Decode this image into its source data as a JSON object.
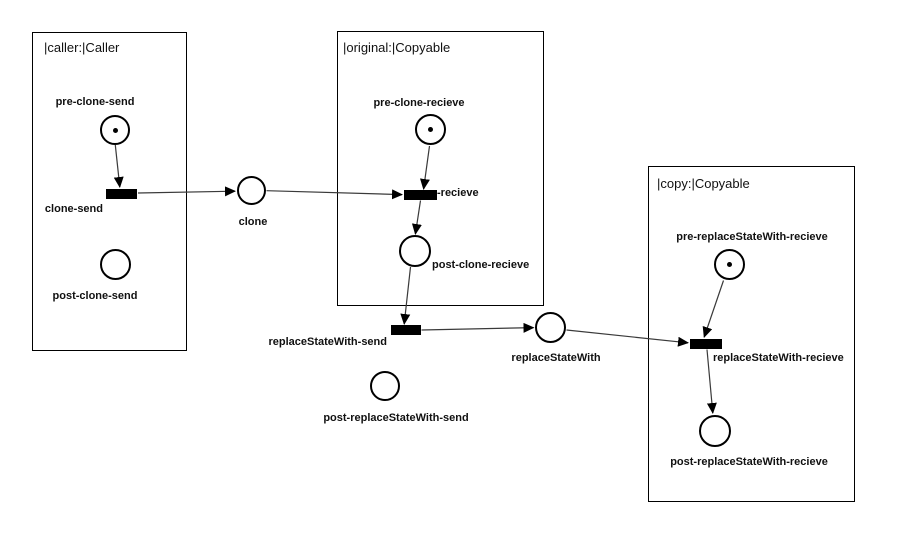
{
  "diagram_type": "petri-net-object-collaboration",
  "colors": {
    "background": "#ffffff",
    "node_stroke": "#000000",
    "arc_line": "#3a3a3a",
    "transition_fill": "#000000",
    "text": "#111111"
  },
  "boxes": {
    "caller": {
      "title": "|caller:|Caller"
    },
    "original": {
      "title": "|original:|Copyable"
    },
    "copy": {
      "title": "|copy:|Copyable"
    }
  },
  "places": {
    "pre_clone_send": {
      "label": "pre-clone-send",
      "has_token": true
    },
    "post_clone_send": {
      "label": "post-clone-send",
      "has_token": false
    },
    "clone": {
      "label": "clone",
      "has_token": false
    },
    "pre_clone_recieve": {
      "label": "pre-clone-recieve",
      "has_token": true
    },
    "post_clone_recieve": {
      "label": "post-clone-recieve",
      "has_token": false
    },
    "post_replace_send": {
      "label": "post-replaceStateWith-send",
      "has_token": false
    },
    "replace_state_with": {
      "label": "replaceStateWith",
      "has_token": false
    },
    "pre_replace_recieve": {
      "label": "pre-replaceStateWith-recieve",
      "has_token": true
    },
    "post_replace_recieve": {
      "label": "post-replaceStateWith-recieve",
      "has_token": false
    }
  },
  "transitions": {
    "clone_send": {
      "label": "clone-send"
    },
    "clone_recieve": {
      "label": "-recieve"
    },
    "replace_send": {
      "label": "replaceStateWith-send"
    },
    "replace_recieve": {
      "label": "replaceStateWith-recieve"
    }
  }
}
